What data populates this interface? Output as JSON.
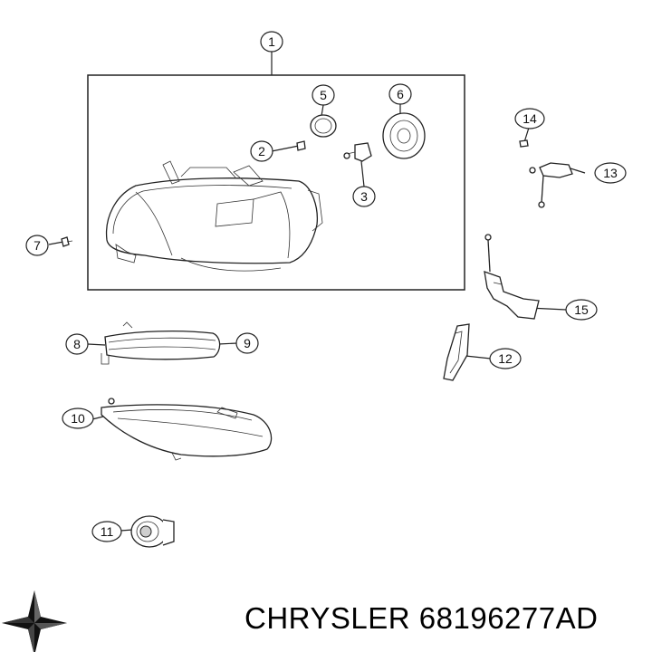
{
  "brand": {
    "name": "CHRYSLER",
    "part_number": "68196277AD"
  },
  "callouts": [
    {
      "id": "c1",
      "label": "1"
    },
    {
      "id": "c2",
      "label": "2"
    },
    {
      "id": "c3",
      "label": "3"
    },
    {
      "id": "c4",
      "label": "14"
    },
    {
      "id": "c5",
      "label": "5"
    },
    {
      "id": "c6",
      "label": "6"
    },
    {
      "id": "c7",
      "label": "7"
    },
    {
      "id": "c8",
      "label": "8"
    },
    {
      "id": "c9",
      "label": "9"
    },
    {
      "id": "c10",
      "label": "10"
    },
    {
      "id": "c11",
      "label": "11"
    },
    {
      "id": "c12",
      "label": "12"
    },
    {
      "id": "c13",
      "label": "13"
    },
    {
      "id": "c15",
      "label": "15"
    }
  ]
}
